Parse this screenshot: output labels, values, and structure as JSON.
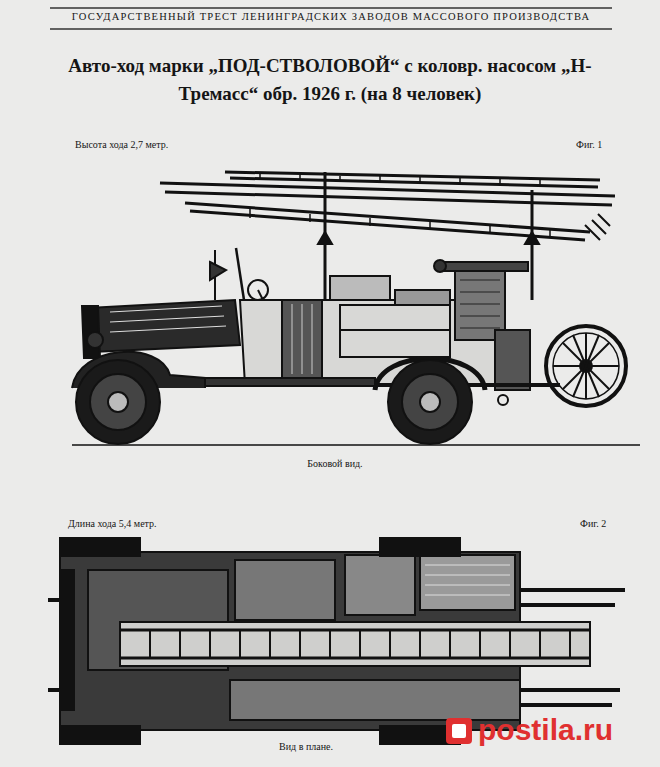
{
  "diagram": {
    "title": "Авто-ход марки „ПОД-СТВОЛОВОЙ“ с коловр. насосом „Н-Тремасс“ обр. 1926 г. (на 8 человек)",
    "labels": [
      "ГОСУДАРСТВЕННЫЙ ТРЕСТ ЛЕНИНГРАДСКИХ ЗАВОДОВ МАССОВОГО ПРОИЗВОДСТВА",
      "Высота хода 2,7 метр.",
      "Фиг. 1",
      "Боковой вид.",
      "Длина хода 5,4 метр.",
      "Фиг. 2",
      "Вид в плане.",
      "postila.ru"
    ]
  }
}
